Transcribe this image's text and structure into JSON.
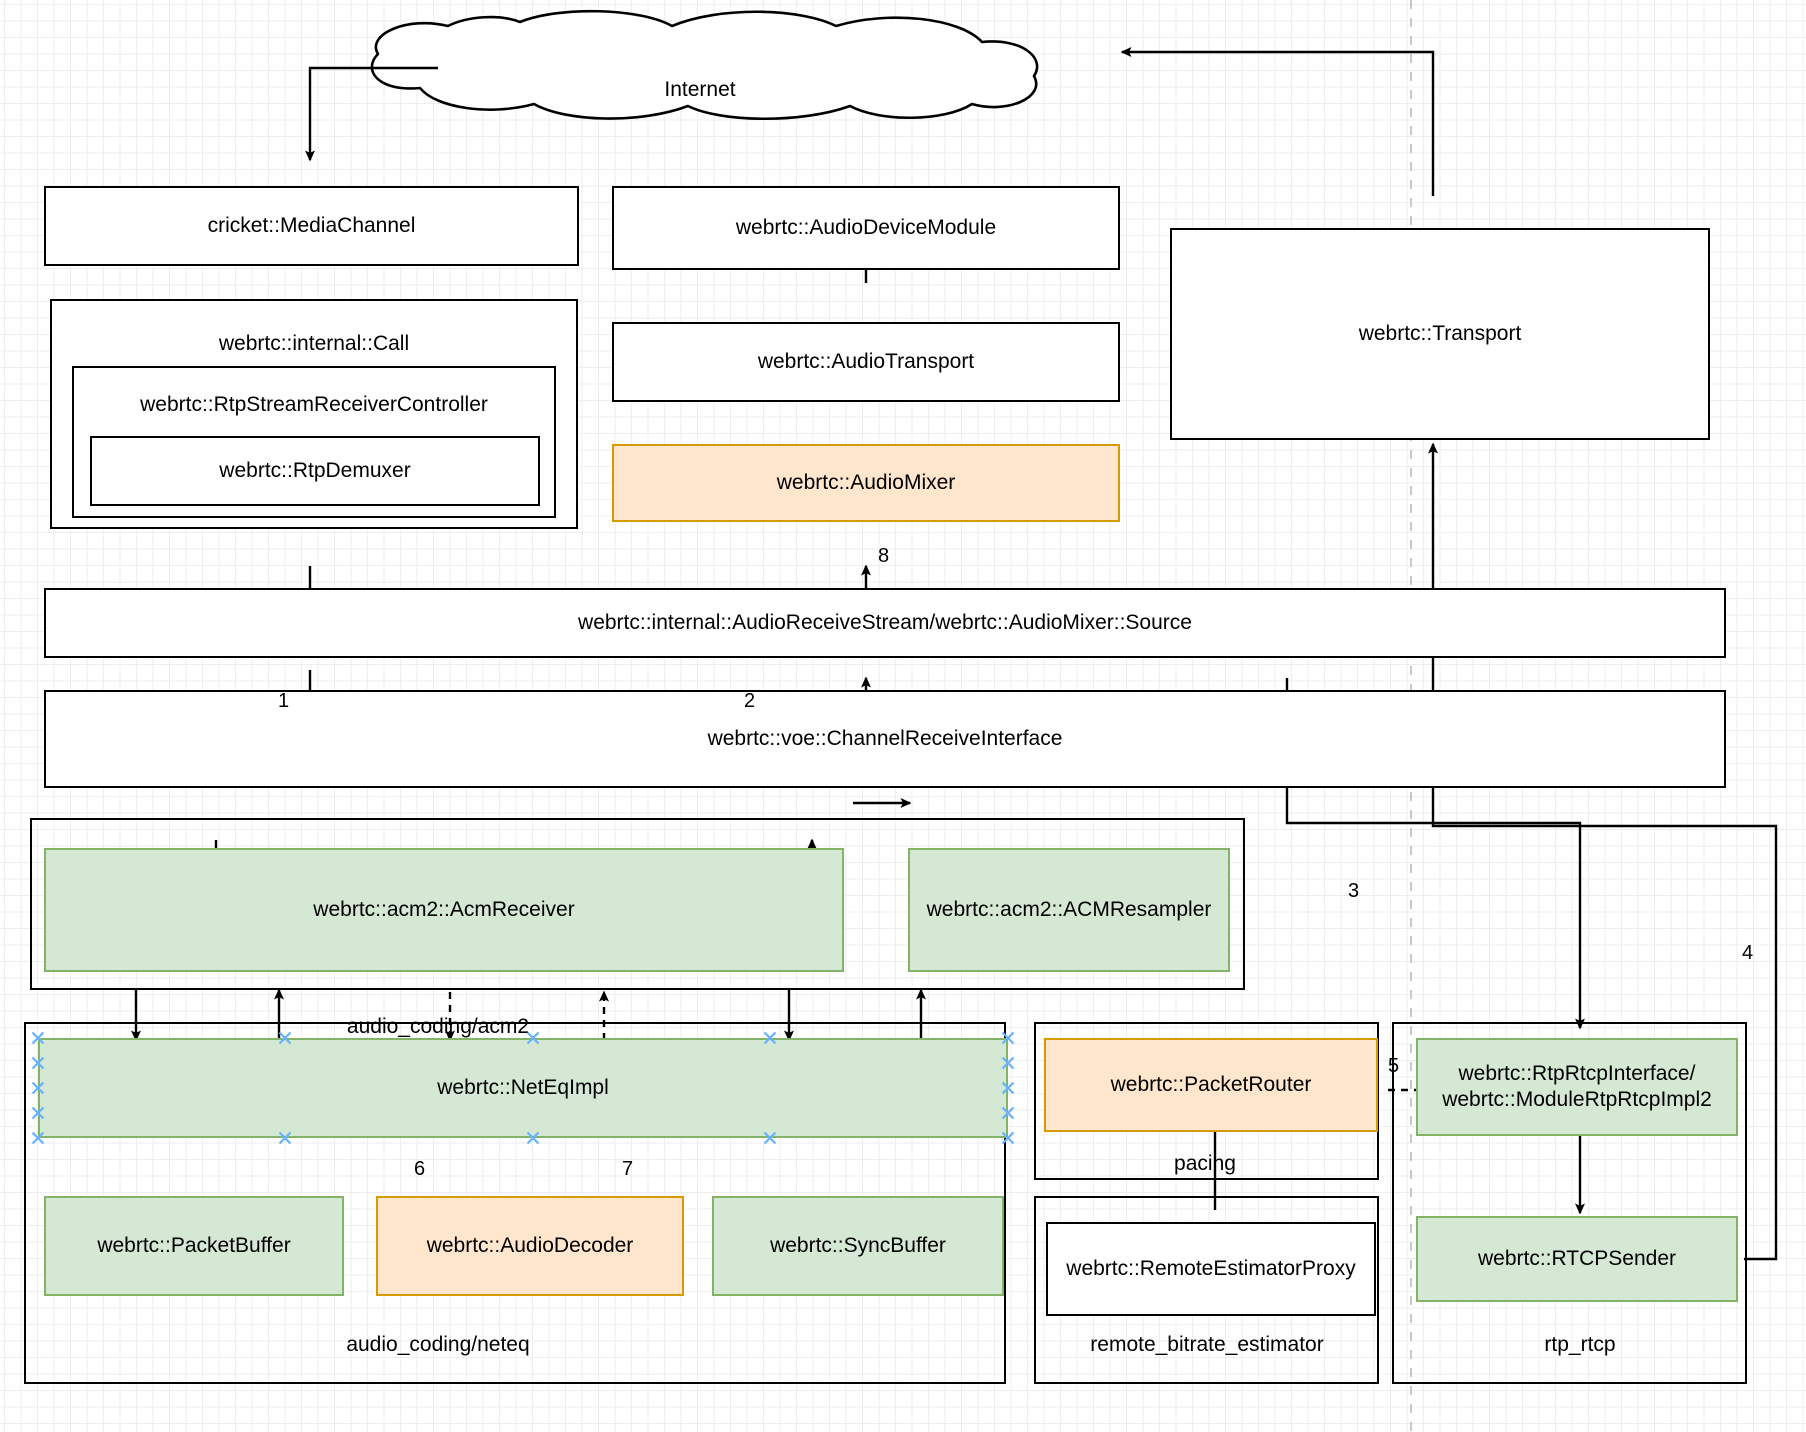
{
  "diagram": {
    "title": "WebRTC audio receive path",
    "cloud": {
      "label": "Internet"
    },
    "colors": {
      "green_fill": "#d5e8d4",
      "green_stroke": "#82b366",
      "orange_fill": "#ffe6cc",
      "orange_stroke": "#d79b00",
      "plain_fill": "#ffffff",
      "stroke": "#000000",
      "handle": "#66b2ff"
    },
    "boxes": [
      {
        "id": "media-channel",
        "label": "cricket::MediaChannel",
        "style": "plain"
      },
      {
        "id": "internal-call",
        "label": "webrtc::internal::Call",
        "style": "plain"
      },
      {
        "id": "rtp-stream-receiver",
        "label": "webrtc::RtpStreamReceiverController",
        "style": "plain"
      },
      {
        "id": "rtp-demuxer",
        "label": "webrtc::RtpDemuxer",
        "style": "plain"
      },
      {
        "id": "audio-device-module",
        "label": "webrtc::AudioDeviceModule",
        "style": "plain"
      },
      {
        "id": "audio-transport",
        "label": "webrtc::AudioTransport",
        "style": "plain"
      },
      {
        "id": "audio-mixer",
        "label": "webrtc::AudioMixer",
        "style": "orange"
      },
      {
        "id": "transport",
        "label": "webrtc::Transport",
        "style": "plain"
      },
      {
        "id": "audio-receive-stream",
        "label": "webrtc::internal::AudioReceiveStream/webrtc::AudioMixer::Source",
        "style": "plain"
      },
      {
        "id": "channel-receive",
        "label": "webrtc::voe::ChannelReceiveInterface",
        "style": "plain"
      },
      {
        "id": "acm-receiver",
        "label": "webrtc::acm2::AcmReceiver",
        "style": "green"
      },
      {
        "id": "acm-resampler",
        "label": "webrtc::acm2::ACMResampler",
        "style": "green"
      },
      {
        "id": "neteq-impl",
        "label": "webrtc::NetEqImpl",
        "style": "green"
      },
      {
        "id": "packet-buffer",
        "label": "webrtc::PacketBuffer",
        "style": "green"
      },
      {
        "id": "audio-decoder",
        "label": "webrtc::AudioDecoder",
        "style": "orange"
      },
      {
        "id": "sync-buffer",
        "label": "webrtc::SyncBuffer",
        "style": "green"
      },
      {
        "id": "packet-router",
        "label": "webrtc::PacketRouter",
        "style": "orange"
      },
      {
        "id": "remote-estimator",
        "label": "webrtc::RemoteEstimatorProxy",
        "style": "plain"
      },
      {
        "id": "rtp-rtcp-interface",
        "label": "webrtc::RtpRtcpInterface/\nwebrtc::ModuleRtpRtcpImpl2",
        "style": "green"
      },
      {
        "id": "rtcp-sender",
        "label": "webrtc::RTCPSender",
        "style": "green"
      }
    ],
    "group_labels": [
      {
        "id": "acm2",
        "label": "audio_coding/acm2"
      },
      {
        "id": "neteq",
        "label": "audio_coding/neteq"
      },
      {
        "id": "pacing",
        "label": "pacing"
      },
      {
        "id": "rbe",
        "label": "remote_bitrate_estimator"
      },
      {
        "id": "rtprtcp",
        "label": "rtp_rtcp"
      }
    ],
    "edge_labels": [
      {
        "id": "e1",
        "label": "1"
      },
      {
        "id": "e2",
        "label": "2"
      },
      {
        "id": "e3",
        "label": "3"
      },
      {
        "id": "e4",
        "label": "4"
      },
      {
        "id": "e5",
        "label": "5"
      },
      {
        "id": "e6",
        "label": "6"
      },
      {
        "id": "e7",
        "label": "7"
      },
      {
        "id": "e8",
        "label": "8"
      }
    ]
  }
}
